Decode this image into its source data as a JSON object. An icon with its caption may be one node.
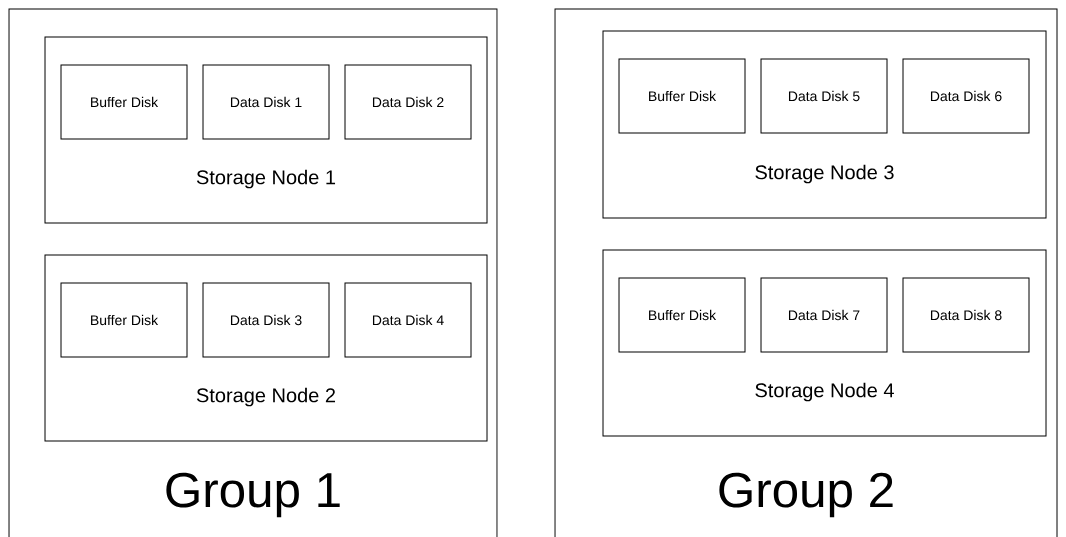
{
  "diagram": {
    "nodes": [
      {
        "text": [
          "Group 1"
        ]
      },
      {
        "text": [
          "Storage Node 1"
        ],
        "in": 0
      },
      {
        "text": [
          "Buffer Disk"
        ],
        "in": 1
      },
      {
        "text": [
          "Data Disk 1"
        ],
        "in": 1
      },
      {
        "text": [
          "Data Disk 2"
        ],
        "in": 1
      },
      {
        "text": [
          "Storage Node 2"
        ],
        "in": 0
      },
      {
        "text": [
          "Buffer Disk"
        ],
        "in": 5
      },
      {
        "text": [
          "Data Disk 3"
        ],
        "in": 5
      },
      {
        "text": [
          "Data Disk 4"
        ],
        "in": 5
      },
      {
        "text": [
          "Group 2"
        ]
      },
      {
        "text": [
          "Storage Node 3"
        ],
        "in": 9
      },
      {
        "text": [
          "Buffer Disk"
        ],
        "in": 10
      },
      {
        "text": [
          "Data Disk 5"
        ],
        "in": 10
      },
      {
        "text": [
          "Data Disk 6"
        ],
        "in": 10
      },
      {
        "text": [
          "Storage Node 4"
        ],
        "in": 9
      },
      {
        "text": [
          "Buffer Disk"
        ],
        "in": 14
      },
      {
        "text": [
          "Data Disk 7"
        ],
        "in": 14
      },
      {
        "text": [
          "Data Disk 8"
        ],
        "in": 14
      }
    ]
  }
}
